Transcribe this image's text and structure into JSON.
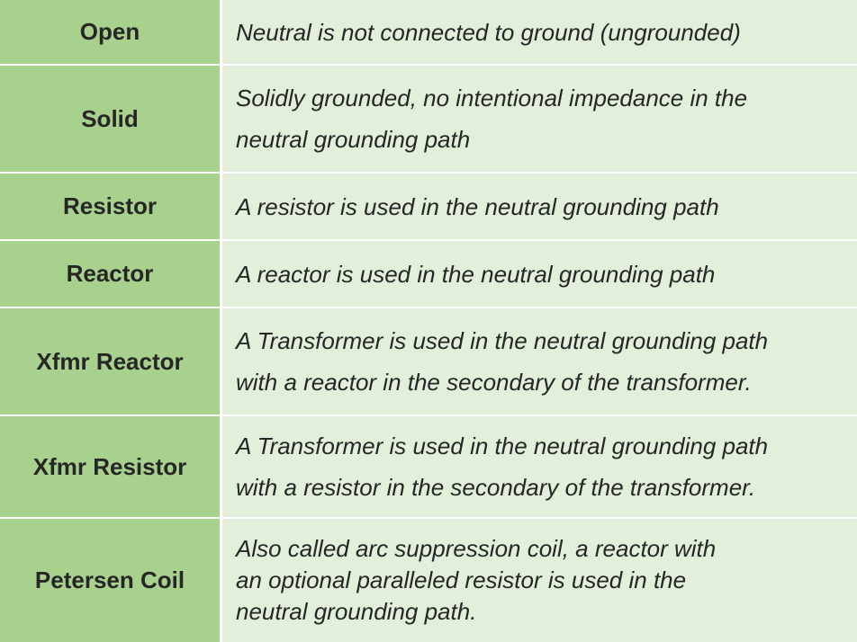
{
  "table": {
    "rows": [
      {
        "term": "Open",
        "lines": [
          "Neutral is not connected to ground (ungrounded)"
        ]
      },
      {
        "term": "Solid",
        "lines": [
          "Solidly grounded, no intentional impedance in the",
          "neutral grounding path"
        ]
      },
      {
        "term": "Resistor",
        "lines": [
          "A resistor is used in the neutral grounding path"
        ]
      },
      {
        "term": "Reactor",
        "lines": [
          "A reactor is used in the neutral grounding path"
        ]
      },
      {
        "term": "Xfmr Reactor",
        "lines": [
          "A Transformer is used in the neutral grounding path",
          "with a reactor in the secondary of the transformer."
        ]
      },
      {
        "term": "Xfmr Resistor",
        "lines": [
          "A Transformer is used in the neutral grounding path",
          "with a resistor in the secondary of the transformer."
        ]
      },
      {
        "term": "Petersen Coil",
        "lines": [
          "Also called arc suppression coil, a reactor with",
          "an optional paralleled resistor is used in the",
          "neutral grounding path."
        ]
      }
    ]
  },
  "colors": {
    "term_bg": "#a9d18e",
    "desc_bg": "#e2efda",
    "text": "#262626",
    "divider": "#ffffff"
  }
}
